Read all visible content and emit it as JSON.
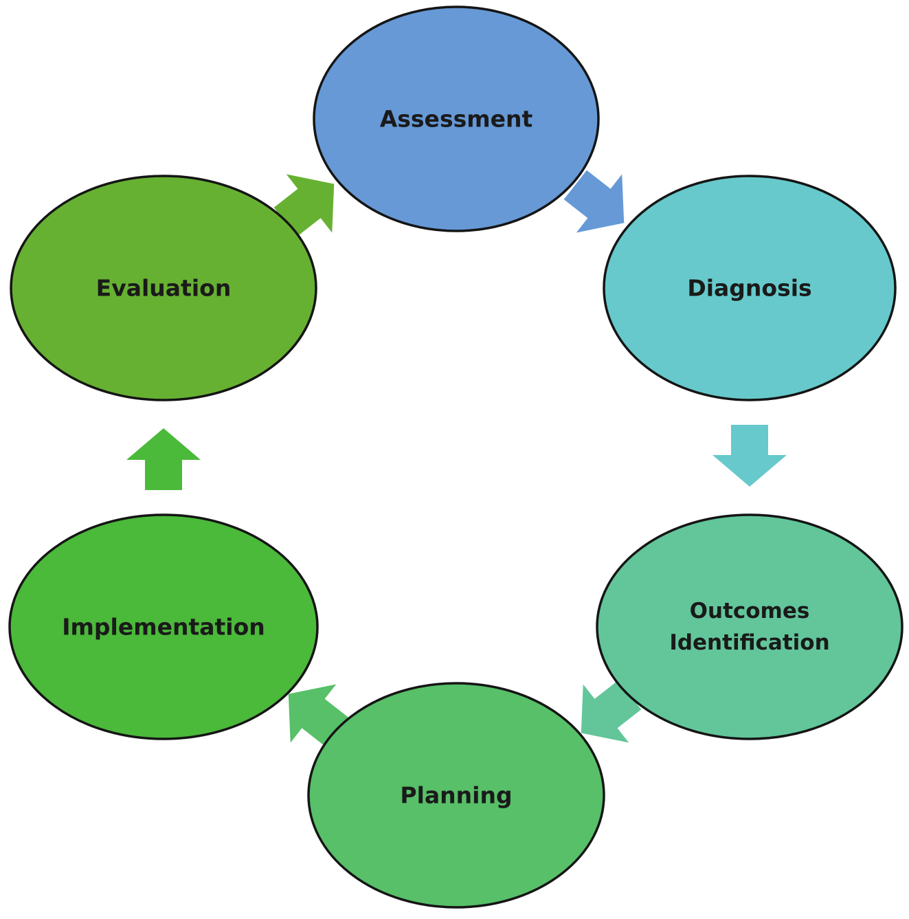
{
  "diagram": {
    "type": "cycle",
    "nodes": [
      {
        "id": "assessment",
        "lines": [
          "Assessment"
        ],
        "color": "#6699d6"
      },
      {
        "id": "diagnosis",
        "lines": [
          "Diagnosis"
        ],
        "color": "#67c9cb"
      },
      {
        "id": "outcomes-identification",
        "lines": [
          "Outcomes",
          "Identification"
        ],
        "color": "#62c69a"
      },
      {
        "id": "planning",
        "lines": [
          "Planning"
        ],
        "color": "#57c068"
      },
      {
        "id": "implementation",
        "lines": [
          "Implementation"
        ],
        "color": "#4bb93a"
      },
      {
        "id": "evaluation",
        "lines": [
          "Evaluation"
        ],
        "color": "#67b132"
      }
    ],
    "arrows": [
      {
        "from": "assessment",
        "to": "diagnosis",
        "color": "#6699d6"
      },
      {
        "from": "diagnosis",
        "to": "outcomes-identification",
        "color": "#67c9cb"
      },
      {
        "from": "outcomes-identification",
        "to": "planning",
        "color": "#62c69a"
      },
      {
        "from": "planning",
        "to": "implementation",
        "color": "#57c068"
      },
      {
        "from": "implementation",
        "to": "evaluation",
        "color": "#4bb93a"
      },
      {
        "from": "evaluation",
        "to": "assessment",
        "color": "#67b132"
      }
    ]
  }
}
